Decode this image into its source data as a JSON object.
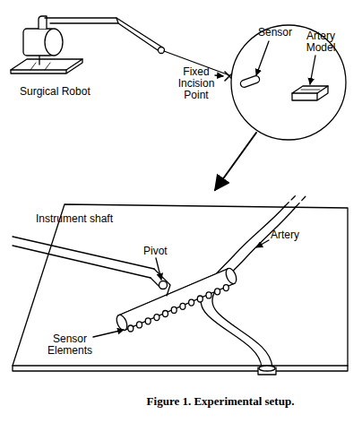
{
  "diagram": {
    "caption": "Figure 1. Experimental setup.",
    "labels": [
      "Surgical Robot",
      "Fixed Incision Point",
      "Sensor",
      "Artery Model",
      "Instrument shaft",
      "Pivot",
      "Artery",
      "Sensor Elements"
    ]
  }
}
